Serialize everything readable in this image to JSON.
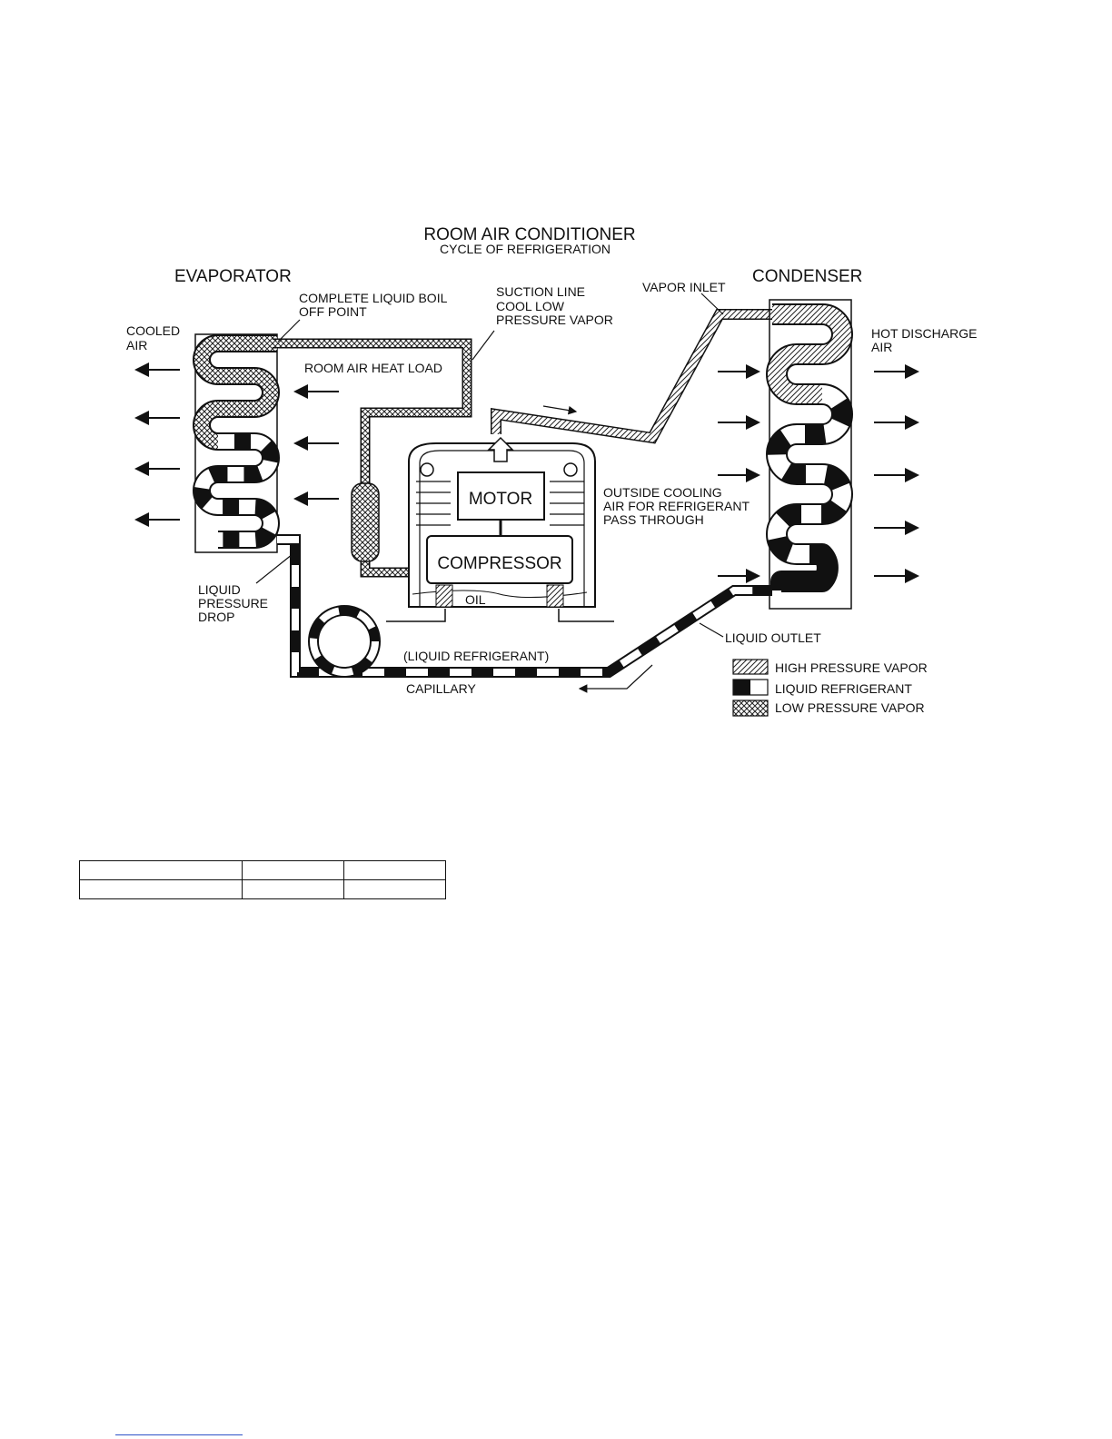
{
  "diagram": {
    "title": "ROOM AIR CONDITIONER",
    "subtitle": "CYCLE OF REFRIGERATION",
    "evaporator_label": "EVAPORATOR",
    "condenser_label": "CONDENSER",
    "boil_off_line1": "COMPLETE LIQUID BOIL",
    "boil_off_line2": "OFF POINT",
    "suction_line1": "SUCTION LINE",
    "suction_line2": "COOL LOW",
    "suction_line3": "PRESSURE VAPOR",
    "vapor_inlet": "VAPOR INLET",
    "cooled_air_line1": "COOLED",
    "cooled_air_line2": "AIR",
    "hot_discharge_line1": "HOT DISCHARGE",
    "hot_discharge_line2": "AIR",
    "room_heat_load": "ROOM AIR HEAT LOAD",
    "motor": "MOTOR",
    "compressor": "COMPRESSOR",
    "oil": "OIL",
    "outside_air_line1": "OUTSIDE COOLING",
    "outside_air_line2": "AIR FOR REFRIGERANT",
    "outside_air_line3": "PASS THROUGH",
    "liquid_drop_line1": "LIQUID",
    "liquid_drop_line2": "PRESSURE",
    "liquid_drop_line3": "DROP",
    "liquid_refrigerant_tube": "(LIQUID REFRIGERANT)",
    "capillary": "CAPILLARY",
    "liquid_outlet": "LIQUID OUTLET"
  },
  "legend": [
    {
      "label": "HIGH PRESSURE VAPOR",
      "pattern": "diagonal-hatch"
    },
    {
      "label": "LIQUID REFRIGERANT",
      "pattern": "black-white"
    },
    {
      "label": "LOW PRESSURE VAPOR",
      "pattern": "crosshatch"
    }
  ],
  "table": {
    "rows": [
      [
        "",
        "",
        ""
      ],
      [
        "",
        "",
        ""
      ]
    ]
  },
  "colors": {
    "ink": "#111111",
    "footer_link": "#2f52c8"
  }
}
